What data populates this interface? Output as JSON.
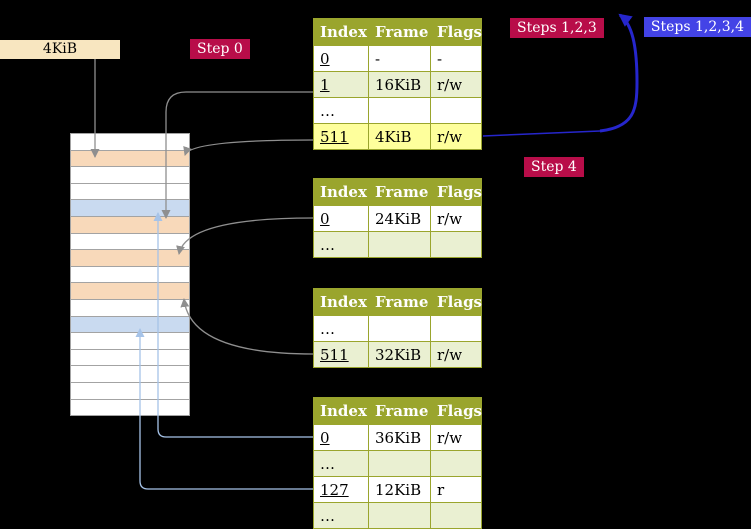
{
  "colors": {
    "background": "#000000",
    "tan": "#f8e6c0",
    "badge_crimson": "#b80d49",
    "badge_blue": "#4343e6",
    "table_header": "#9aa52d",
    "table_border": "#9aa52d",
    "table_row_green": "#eaf0d2",
    "table_row_yellow": "#feff9c",
    "mem_peach": "#f8d9ba",
    "mem_blue": "#c9daf0",
    "mem_border": "#a3a3a3",
    "arrow_gray": "#8f8f8f",
    "arrow_lightblue": "#a6c3e8",
    "arrow_blue": "#2626cc",
    "header_text": "#ffffff",
    "cell_text": "#000000"
  },
  "frame_size": {
    "label": "4KiB"
  },
  "badges": {
    "step0": {
      "label": "Step 0"
    },
    "steps123": {
      "label": "Steps 1,2,3"
    },
    "steps1234": {
      "label": "Steps 1,2,3,4"
    },
    "step4": {
      "label": "Step 4"
    }
  },
  "memory_column": {
    "rows": [
      "white",
      "peach",
      "white",
      "white",
      "blue",
      "peach",
      "white",
      "peach",
      "white",
      "peach",
      "white",
      "blue",
      "white",
      "white",
      "white",
      "white",
      "white"
    ]
  },
  "tables": [
    {
      "name": "page-table-level-4",
      "headers": [
        "Index",
        "Frame",
        "Flags"
      ],
      "rows": [
        {
          "cells": [
            "0",
            "-",
            "-"
          ],
          "variant": "white"
        },
        {
          "cells": [
            "1",
            "16KiB",
            "r/w"
          ],
          "variant": "green"
        },
        {
          "cells": [
            "…",
            "",
            ""
          ],
          "variant": "white"
        },
        {
          "cells": [
            "511",
            "4KiB",
            "r/w"
          ],
          "variant": "yellow",
          "highlighted": true
        }
      ]
    },
    {
      "name": "page-table-level-3",
      "headers": [
        "Index",
        "Frame",
        "Flags"
      ],
      "rows": [
        {
          "cells": [
            "0",
            "24KiB",
            "r/w"
          ],
          "variant": "white"
        },
        {
          "cells": [
            "…",
            "",
            ""
          ],
          "variant": "green"
        }
      ]
    },
    {
      "name": "page-table-level-2",
      "headers": [
        "Index",
        "Frame",
        "Flags"
      ],
      "rows": [
        {
          "cells": [
            "…",
            "",
            ""
          ],
          "variant": "white"
        },
        {
          "cells": [
            "511",
            "32KiB",
            "r/w"
          ],
          "variant": "green"
        }
      ]
    },
    {
      "name": "page-table-level-1",
      "headers": [
        "Index",
        "Frame",
        "Flags"
      ],
      "rows": [
        {
          "cells": [
            "0",
            "36KiB",
            "r/w"
          ],
          "variant": "white"
        },
        {
          "cells": [
            "…",
            "",
            ""
          ],
          "variant": "green"
        },
        {
          "cells": [
            "127",
            "12KiB",
            "r"
          ],
          "variant": "white"
        },
        {
          "cells": [
            "…",
            "",
            ""
          ],
          "variant": "green"
        }
      ]
    }
  ]
}
